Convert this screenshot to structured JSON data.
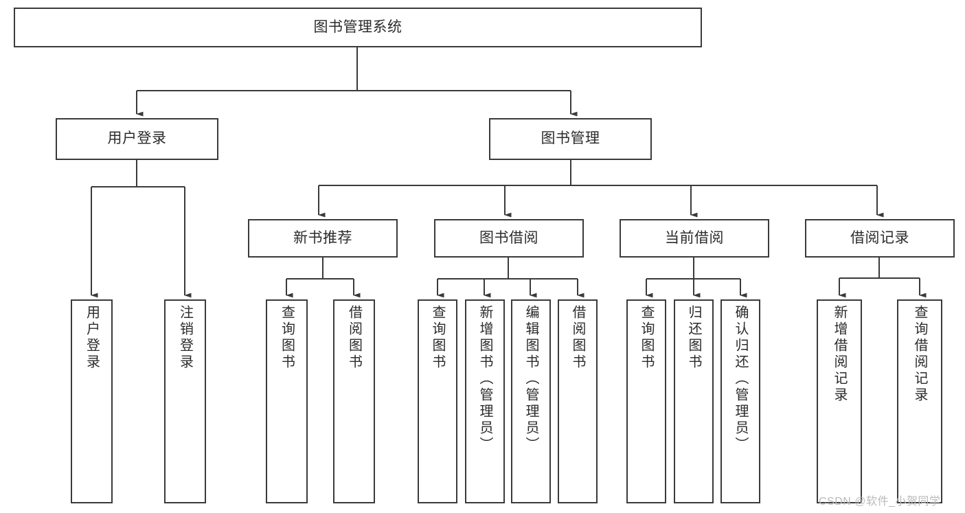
{
  "diagram": {
    "type": "tree-hierarchy",
    "title": "图书管理系统",
    "orientation": "top-down",
    "root": {
      "id": "root",
      "label": "图书管理系统",
      "level": 0
    },
    "level1": [
      {
        "id": "user-login",
        "label": "用户登录",
        "level": 1
      },
      {
        "id": "book-manage",
        "label": "图书管理",
        "level": 1
      }
    ],
    "level2": [
      {
        "id": "new-book-recommend",
        "label": "新书推荐",
        "level": 2,
        "parent": "book-manage"
      },
      {
        "id": "book-borrow",
        "label": "图书借阅",
        "level": 2,
        "parent": "book-manage"
      },
      {
        "id": "current-borrow",
        "label": "当前借阅",
        "level": 2,
        "parent": "book-manage"
      },
      {
        "id": "borrow-record",
        "label": "借阅记录",
        "level": 2,
        "parent": "book-manage"
      }
    ],
    "leaves": [
      {
        "id": "leaf-user-login",
        "label": "用户登录",
        "parent": "user-login"
      },
      {
        "id": "leaf-logout-login",
        "label": "注销登录",
        "parent": "user-login"
      },
      {
        "id": "leaf-query-book-1",
        "label": "查询图书",
        "parent": "new-book-recommend"
      },
      {
        "id": "leaf-borrow-book-1",
        "label": "借阅图书",
        "parent": "new-book-recommend"
      },
      {
        "id": "leaf-query-book-2",
        "label": "查询图书",
        "parent": "book-borrow"
      },
      {
        "id": "leaf-add-book-admin",
        "label": "新增图书（管理员）",
        "parent": "book-borrow"
      },
      {
        "id": "leaf-edit-book-admin",
        "label": "编辑图书（管理员）",
        "parent": "book-borrow"
      },
      {
        "id": "leaf-borrow-book-2",
        "label": "借阅图书",
        "parent": "book-borrow"
      },
      {
        "id": "leaf-query-book-3",
        "label": "查询图书",
        "parent": "current-borrow"
      },
      {
        "id": "leaf-return-book",
        "label": "归还图书",
        "parent": "current-borrow"
      },
      {
        "id": "leaf-confirm-return-admin",
        "label": "确认归还（管理员）",
        "parent": "current-borrow"
      },
      {
        "id": "leaf-add-borrow-record",
        "label": "新增借阅记录",
        "parent": "borrow-record"
      },
      {
        "id": "leaf-query-borrow-record",
        "label": "查询借阅记录",
        "parent": "borrow-record"
      }
    ]
  },
  "watermark": {
    "text": "CSDN @软件_小贺同学"
  },
  "colors": {
    "background": "#ffffff",
    "box_border": "#3a3a3a",
    "box_fill": "#ffffff",
    "text": "#2b2b2b",
    "connector": "#3a3a3a",
    "watermark": "#b9b9b9"
  }
}
